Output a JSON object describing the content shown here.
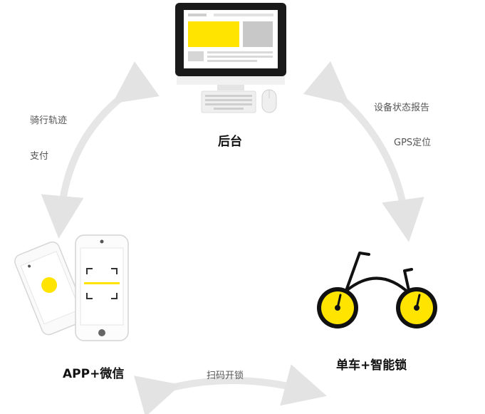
{
  "nodes": {
    "backend": {
      "label": "后台"
    },
    "app": {
      "label": "APP+微信"
    },
    "bike": {
      "label": "单车+智能锁"
    }
  },
  "edges": {
    "left": {
      "labels": [
        "骑行轨迹",
        "支付"
      ]
    },
    "right": {
      "labels": [
        "设备状态报告",
        "GPS定位"
      ]
    },
    "bottom": {
      "labels": [
        "扫码开锁"
      ]
    }
  },
  "colors": {
    "accent": "#FFE400",
    "arrow": "#e6e6e6",
    "dark": "#1a1a1a",
    "wheel_rim": "#111111"
  }
}
